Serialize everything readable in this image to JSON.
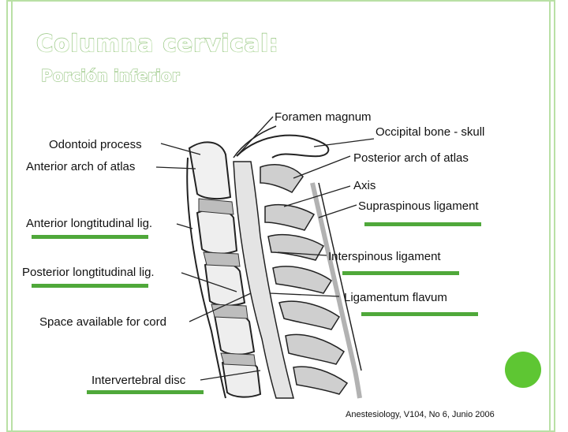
{
  "slide": {
    "title": "Columna cervical:",
    "subtitle": "Porción inferior",
    "citation": "Anestesiology, V104, No 6, Junio 2006"
  },
  "diagram": {
    "labels": {
      "foramen_magnum": "Foramen magnum",
      "occipital_bone": "Occipital bone - skull",
      "odontoid_process": "Odontoid process",
      "posterior_arch": "Posterior arch of atlas",
      "anterior_arch": "Anterior arch of atlas",
      "axis": "Axis",
      "supraspinous": "Supraspinous ligament",
      "anterior_longitudinal": "Anterior longtitudinal lig.",
      "interspinous": "Interspinous ligament",
      "posterior_longitudinal": "Posterior longtitudinal lig.",
      "ligamentum_flavum": "Ligamentum flavum",
      "space_for_cord": "Space available for cord",
      "intervertebral_disc": "Intervertebral disc"
    }
  },
  "colors": {
    "accent_green": "#5ec633",
    "highlight_bar": "#4fa83a",
    "frame": "#b9e0a5"
  }
}
